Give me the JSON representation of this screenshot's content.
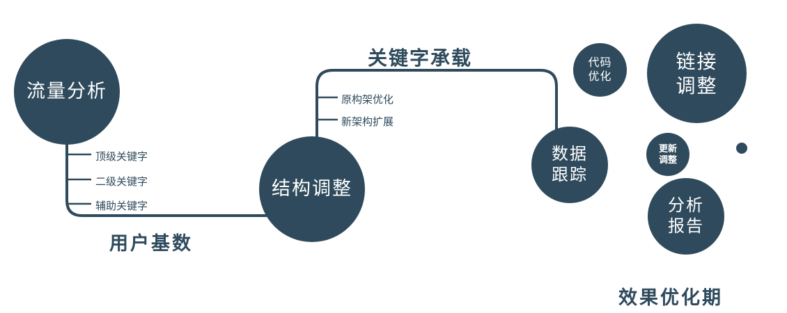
{
  "colors": {
    "circle": "#2e4a5c",
    "circle_text": "#ffffff",
    "line": "#2e4a5c",
    "label": "#2e4a5c",
    "background": "#ffffff"
  },
  "nodes": {
    "traffic": {
      "label": "流量分析"
    },
    "structure": {
      "label": "结构调整"
    },
    "tracking": {
      "line1": "数据",
      "line2": "跟踪"
    },
    "code": {
      "line1": "代码",
      "line2": "优化"
    },
    "link": {
      "line1": "链接",
      "line2": "调整"
    },
    "update": {
      "line1": "更新",
      "line2": "调整"
    },
    "report": {
      "line1": "分析",
      "line2": "报告"
    }
  },
  "edge_labels": {
    "keyword_bearing": "关键字承载",
    "user_base": "用户基数",
    "effect_period": "效果优化期"
  },
  "branches": {
    "traffic": [
      "顶级关键字",
      "二级关键字",
      "辅助关键字"
    ],
    "structure": [
      "原构架优化",
      "新架构扩展"
    ]
  }
}
